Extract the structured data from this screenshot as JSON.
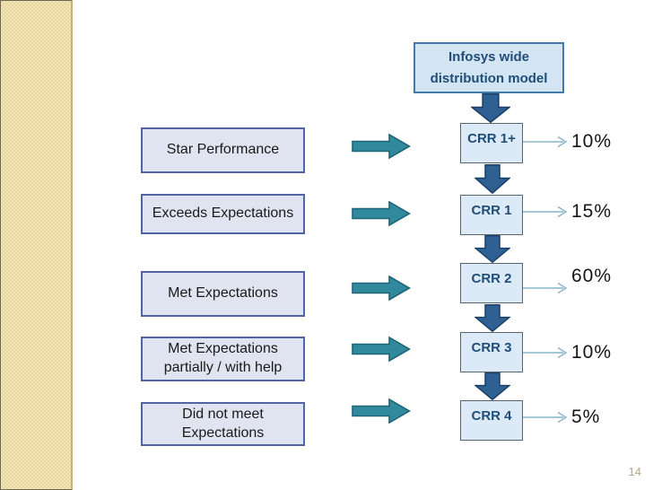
{
  "slide": {
    "page_number": "14",
    "title_box": {
      "line1": "Infosys wide",
      "line2": "distribution model"
    },
    "rows": [
      {
        "rating_line1": "Star Performance",
        "rating_line2": "",
        "crr": "CRR 1+",
        "percent": "10%"
      },
      {
        "rating_line1": "Exceeds Expectations",
        "rating_line2": "",
        "crr": "CRR 1",
        "percent": "15%"
      },
      {
        "rating_line1": "Met Expectations",
        "rating_line2": "",
        "crr": "CRR 2",
        "percent": "60%"
      },
      {
        "rating_line1": "Met Expectations",
        "rating_line2": "partially / with help",
        "crr": "CRR 3",
        "percent": "10%"
      },
      {
        "rating_line1": "Did not meet",
        "rating_line2": "Expectations",
        "crr": "CRR 4",
        "percent": "5%"
      }
    ],
    "colors": {
      "sidebar_tan": "#ebd9a2",
      "sidebar_border": "#6e6754",
      "title_box_fill": "#d3e4f3",
      "title_box_border": "#4579ab",
      "title_text": "#1f4e79",
      "rating_box_fill": "#e0e3f0",
      "rating_box_border": "#5064a2",
      "crr_box_fill": "#dbeaf6",
      "crr_box_border": "#59636d",
      "crr_text": "#1f4e79",
      "teal_arrow": "#31899e",
      "teal_arrow_border": "#1e6577",
      "navy_arrow": "#2e6094",
      "navy_arrow_border": "#1b3f66",
      "connector_line": "#85b5c9",
      "percent_text": "#151515",
      "page_number_text": "#b3a88d"
    }
  }
}
